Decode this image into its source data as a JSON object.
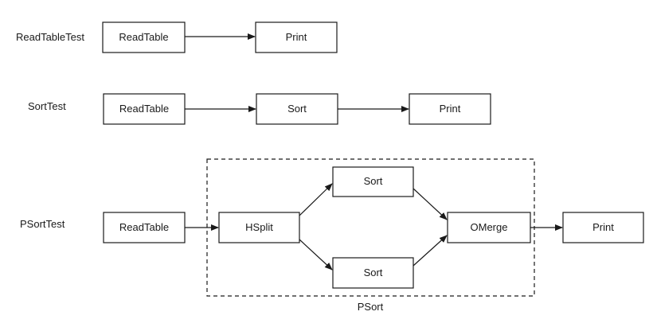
{
  "rows": {
    "read_table_test": {
      "label": "ReadTableTest",
      "read_table": "ReadTable",
      "print": "Print"
    },
    "sort_test": {
      "label": "SortTest",
      "read_table": "ReadTable",
      "sort": "Sort",
      "print": "Print"
    },
    "psort_test": {
      "label": "PSortTest",
      "read_table": "ReadTable",
      "hsplit": "HSplit",
      "sort_top": "Sort",
      "sort_bottom": "Sort",
      "omerge": "OMerge",
      "print": "Print",
      "group_label": "PSort"
    }
  }
}
